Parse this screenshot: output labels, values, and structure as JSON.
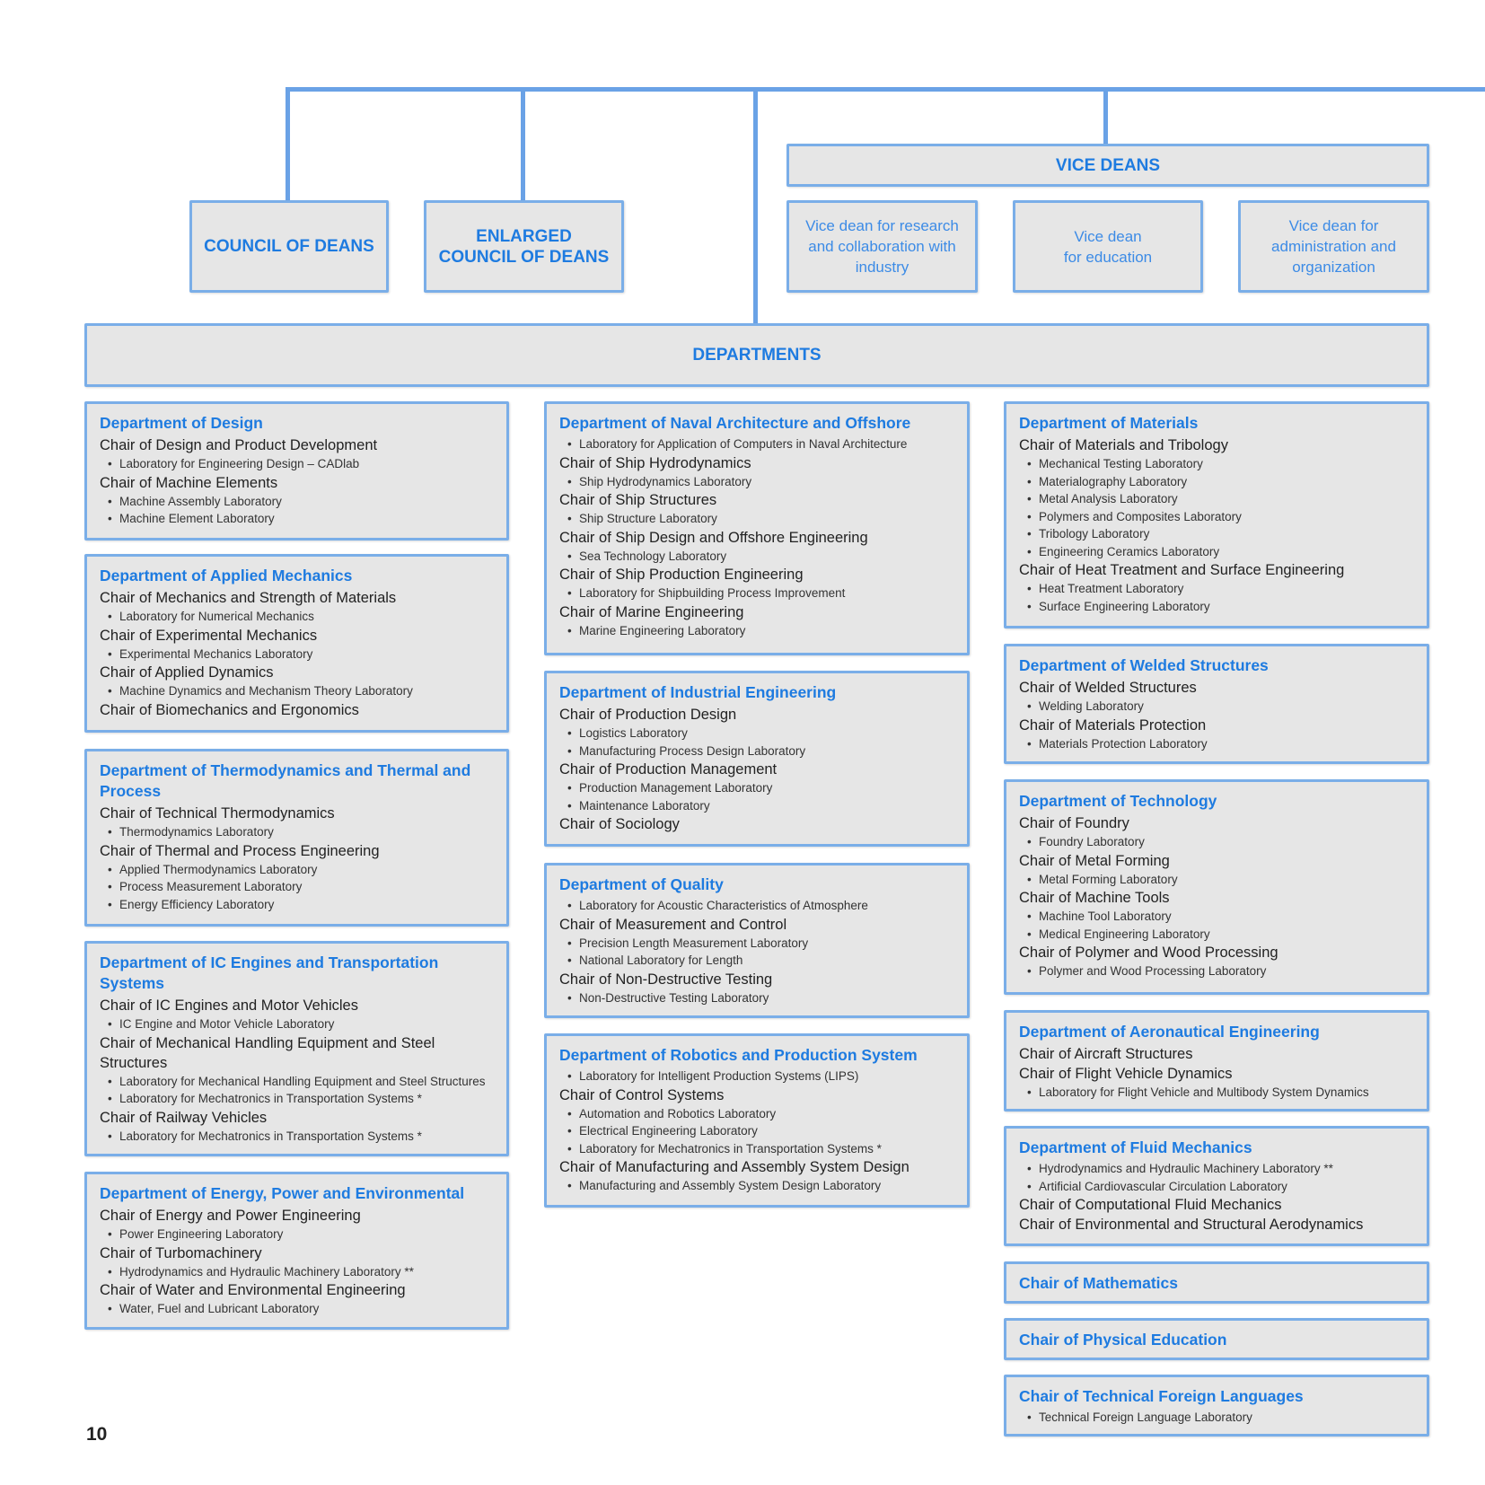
{
  "top": {
    "council_of_deans": "COUNCIL OF DEANS",
    "enlarged_council_line1": "ENLARGED",
    "enlarged_council_line2": "COUNCIL OF DEANS",
    "vice_deans": "VICE DEANS",
    "vice_dean_research": "Vice dean for research and collaboration with industry",
    "vice_dean_education_line1": "Vice dean",
    "vice_dean_education_line2": "for education",
    "vice_dean_admin": "Vice dean for administration and organization",
    "departments": "DEPARTMENTS"
  },
  "page_number": "10",
  "departments": [
    {
      "title": "Department of Design",
      "items": [
        {
          "type": "chair",
          "text": "Chair of Design and Product Development"
        },
        {
          "type": "lab",
          "text": "Laboratory for Engineering Design – CADlab"
        },
        {
          "type": "chair",
          "text": "Chair of Machine Elements"
        },
        {
          "type": "lab",
          "text": "Machine Assembly Laboratory"
        },
        {
          "type": "lab",
          "text": "Machine Element Laboratory"
        }
      ]
    },
    {
      "title": "Department of Applied Mechanics",
      "items": [
        {
          "type": "chair",
          "text": "Chair of Mechanics and Strength of Materials"
        },
        {
          "type": "lab",
          "text": "Laboratory for Numerical Mechanics"
        },
        {
          "type": "chair",
          "text": "Chair of Experimental Mechanics"
        },
        {
          "type": "lab",
          "text": "Experimental Mechanics Laboratory"
        },
        {
          "type": "chair",
          "text": "Chair of Applied Dynamics"
        },
        {
          "type": "lab",
          "text": "Machine Dynamics and Mechanism Theory Laboratory"
        },
        {
          "type": "chair",
          "text": "Chair of Biomechanics and Ergonomics"
        }
      ]
    },
    {
      "title": "Department of Thermodynamics and Thermal and Process",
      "items": [
        {
          "type": "chair",
          "text": "Chair of Technical Thermodynamics"
        },
        {
          "type": "lab",
          "text": "Thermodynamics Laboratory"
        },
        {
          "type": "chair",
          "text": "Chair of Thermal and Process Engineering"
        },
        {
          "type": "lab",
          "text": "Applied Thermodynamics Laboratory"
        },
        {
          "type": "lab",
          "text": "Process Measurement Laboratory"
        },
        {
          "type": "lab",
          "text": "Energy Efficiency Laboratory"
        }
      ]
    },
    {
      "title": "Department of IC Engines and Transportation Systems",
      "items": [
        {
          "type": "chair",
          "text": "Chair of IC Engines and Motor Vehicles"
        },
        {
          "type": "lab",
          "text": "IC Engine and Motor Vehicle Laboratory"
        },
        {
          "type": "chair",
          "text": "Chair of Mechanical Handling Equipment and Steel Structures"
        },
        {
          "type": "lab",
          "text": "Laboratory for Mechanical Handling Equipment and Steel Structures"
        },
        {
          "type": "lab",
          "text": "Laboratory for Mechatronics in Transportation Systems *"
        },
        {
          "type": "chair",
          "text": "Chair of Railway Vehicles"
        },
        {
          "type": "lab",
          "text": "Laboratory for Mechatronics in Transportation Systems *"
        }
      ]
    },
    {
      "title": "Department of Energy, Power and Environmental",
      "items": [
        {
          "type": "chair",
          "text": "Chair of Energy and Power Engineering"
        },
        {
          "type": "lab",
          "text": "Power Engineering Laboratory"
        },
        {
          "type": "chair",
          "text": "Chair of Turbomachinery"
        },
        {
          "type": "lab",
          "text": "Hydrodynamics and Hydraulic Machinery Laboratory **"
        },
        {
          "type": "chair",
          "text": "Chair of Water and Environmental Engineering"
        },
        {
          "type": "lab",
          "text": "Water, Fuel and Lubricant Laboratory"
        }
      ]
    },
    {
      "title": "Department of Naval Architecture and Offshore",
      "items": [
        {
          "type": "lab",
          "text": "Laboratory for Application of Computers in Naval Architecture"
        },
        {
          "type": "chair",
          "text": "Chair of Ship Hydrodynamics"
        },
        {
          "type": "lab",
          "text": "Ship Hydrodynamics Laboratory"
        },
        {
          "type": "chair",
          "text": "Chair of Ship Structures"
        },
        {
          "type": "lab",
          "text": "Ship Structure Laboratory"
        },
        {
          "type": "chair",
          "text": "Chair of Ship Design and Offshore Engineering"
        },
        {
          "type": "lab",
          "text": "Sea Technology Laboratory"
        },
        {
          "type": "chair",
          "text": "Chair of Ship Production Engineering"
        },
        {
          "type": "lab",
          "text": "Laboratory for Shipbuilding Process Improvement"
        },
        {
          "type": "chair",
          "text": "Chair of Marine Engineering"
        },
        {
          "type": "lab",
          "text": "Marine Engineering Laboratory"
        }
      ]
    },
    {
      "title": "Department of Industrial Engineering",
      "items": [
        {
          "type": "chair",
          "text": "Chair of Production Design"
        },
        {
          "type": "lab",
          "text": "Logistics Laboratory"
        },
        {
          "type": "lab",
          "text": "Manufacturing Process Design Laboratory"
        },
        {
          "type": "chair",
          "text": "Chair of Production Management"
        },
        {
          "type": "lab",
          "text": "Production Management Laboratory"
        },
        {
          "type": "lab",
          "text": "Maintenance Laboratory"
        },
        {
          "type": "chair",
          "text": "Chair of Sociology"
        }
      ]
    },
    {
      "title": "Department of Quality",
      "items": [
        {
          "type": "lab",
          "text": "Laboratory for Acoustic Characteristics of Atmosphere"
        },
        {
          "type": "chair",
          "text": "Chair of Measurement and Control"
        },
        {
          "type": "lab",
          "text": "Precision Length Measurement Laboratory"
        },
        {
          "type": "lab",
          "text": "National Laboratory for Length"
        },
        {
          "type": "chair",
          "text": "Chair of Non-Destructive Testing"
        },
        {
          "type": "lab",
          "text": "Non-Destructive Testing Laboratory"
        }
      ]
    },
    {
      "title": "Department of Robotics and Production System",
      "items": [
        {
          "type": "lab",
          "text": "Laboratory for Intelligent Production Systems (LIPS)"
        },
        {
          "type": "chair",
          "text": "Chair of Control Systems"
        },
        {
          "type": "lab",
          "text": "Automation and Robotics Laboratory"
        },
        {
          "type": "lab",
          "text": "Electrical Engineering Laboratory"
        },
        {
          "type": "lab",
          "text": "Laboratory for Mechatronics in Transportation Systems *"
        },
        {
          "type": "chair",
          "text": "Chair of Manufacturing and Assembly System Design"
        },
        {
          "type": "lab",
          "text": "Manufacturing and Assembly System Design Laboratory"
        }
      ]
    },
    {
      "title": "Department of Materials",
      "items": [
        {
          "type": "chair",
          "text": "Chair of Materials and Tribology"
        },
        {
          "type": "lab",
          "text": "Mechanical Testing Laboratory"
        },
        {
          "type": "lab",
          "text": "Materialography Laboratory"
        },
        {
          "type": "lab",
          "text": "Metal Analysis Laboratory"
        },
        {
          "type": "lab",
          "text": "Polymers and Composites Laboratory"
        },
        {
          "type": "lab",
          "text": "Tribology Laboratory"
        },
        {
          "type": "lab",
          "text": "Engineering Ceramics Laboratory"
        },
        {
          "type": "chair",
          "text": "Chair of Heat Treatment and Surface Engineering"
        },
        {
          "type": "lab",
          "text": "Heat Treatment Laboratory"
        },
        {
          "type": "lab",
          "text": "Surface Engineering Laboratory"
        }
      ]
    },
    {
      "title": "Department of Welded Structures",
      "items": [
        {
          "type": "chair",
          "text": "Chair of Welded Structures"
        },
        {
          "type": "lab",
          "text": "Welding Laboratory"
        },
        {
          "type": "chair",
          "text": "Chair of Materials Protection"
        },
        {
          "type": "lab",
          "text": "Materials Protection Laboratory"
        }
      ]
    },
    {
      "title": "Department of Technology",
      "items": [
        {
          "type": "chair",
          "text": "Chair of Foundry"
        },
        {
          "type": "lab",
          "text": "Foundry Laboratory"
        },
        {
          "type": "chair",
          "text": "Chair of Metal Forming"
        },
        {
          "type": "lab",
          "text": "Metal Forming Laboratory"
        },
        {
          "type": "chair",
          "text": "Chair of Machine Tools"
        },
        {
          "type": "lab",
          "text": "Machine Tool Laboratory"
        },
        {
          "type": "lab",
          "text": "Medical Engineering Laboratory"
        },
        {
          "type": "chair",
          "text": "Chair of Polymer and Wood Processing"
        },
        {
          "type": "lab",
          "text": "Polymer and Wood Processing Laboratory"
        }
      ]
    },
    {
      "title": "Department of Aeronautical Engineering",
      "items": [
        {
          "type": "chair",
          "text": "Chair of Aircraft Structures"
        },
        {
          "type": "chair",
          "text": "Chair of Flight Vehicle Dynamics"
        },
        {
          "type": "lab",
          "text": "Laboratory for Flight Vehicle and Multibody System Dynamics"
        }
      ]
    },
    {
      "title": "Department of Fluid Mechanics",
      "items": [
        {
          "type": "lab",
          "text": "Hydrodynamics and Hydraulic Machinery Laboratory **"
        },
        {
          "type": "lab",
          "text": "Artificial Cardiovascular Circulation Laboratory"
        },
        {
          "type": "chair",
          "text": "Chair of Computational Fluid Mechanics"
        },
        {
          "type": "chair",
          "text": "Chair of Environmental and Structural Aerodynamics"
        }
      ]
    },
    {
      "title": "Chair of Mathematics",
      "items": []
    },
    {
      "title": "Chair of Physical Education",
      "items": []
    },
    {
      "title": "Chair of Technical Foreign Languages",
      "items": [
        {
          "type": "lab",
          "text": "Technical Foreign Language Laboratory"
        }
      ]
    }
  ]
}
